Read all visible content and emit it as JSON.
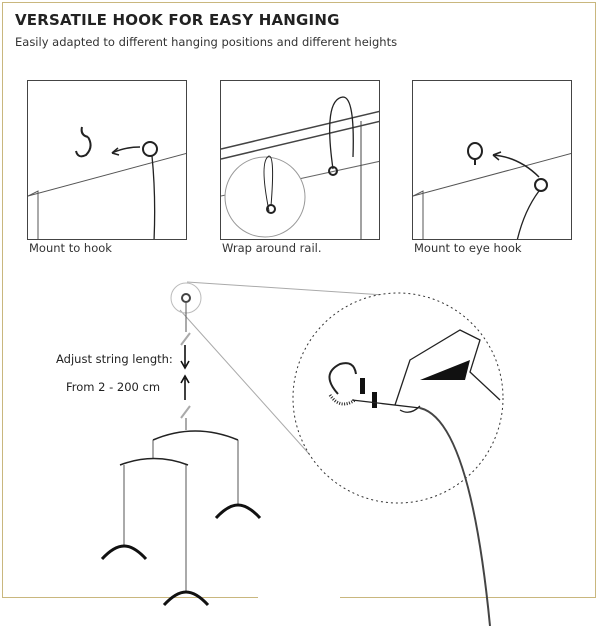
{
  "title": "VERSATILE HOOK FOR EASY HANGING",
  "subtitle": "Easily adapted to different hanging positions and different heights",
  "panels": [
    {
      "caption": "Mount to hook"
    },
    {
      "caption": "Wrap around rail."
    },
    {
      "caption": "Mount to eye hook"
    }
  ],
  "adjust": {
    "label": "Adjust string length:",
    "range": "From 2 - 200 cm"
  },
  "colors": {
    "frame": "#c9b77e",
    "line": "#333333"
  }
}
